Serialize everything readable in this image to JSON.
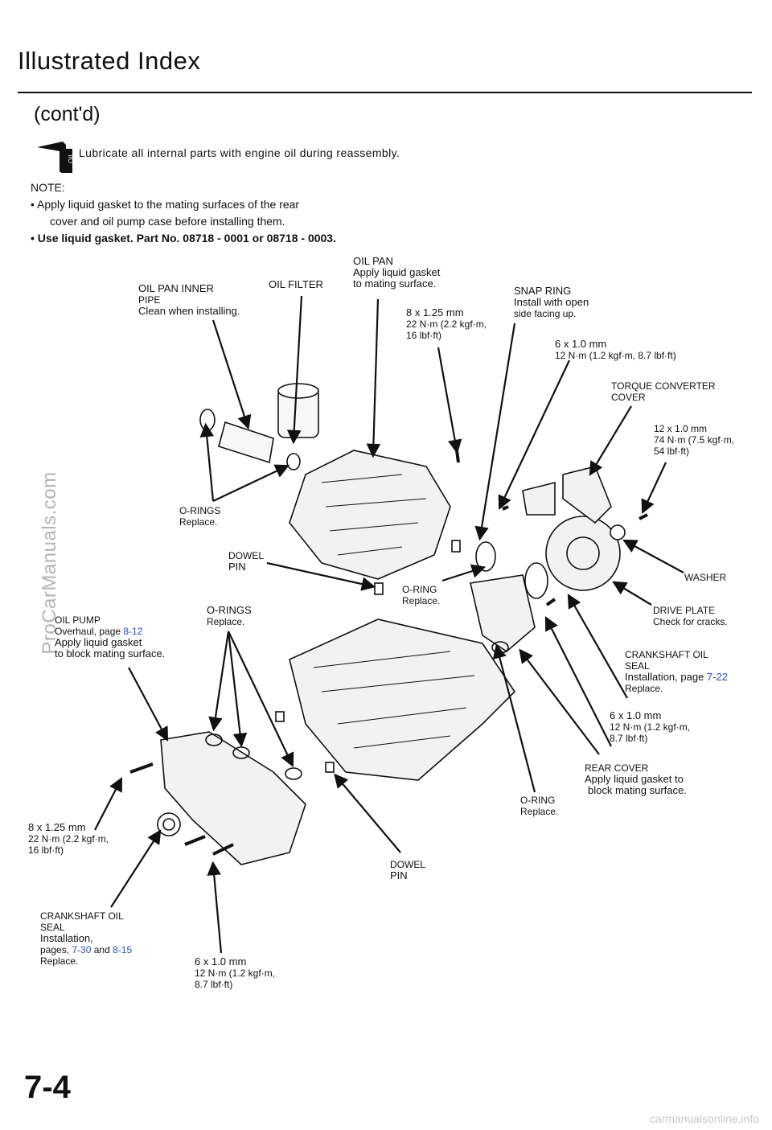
{
  "header": {
    "title": "Illustrated Index",
    "subtitle": "(cont'd)"
  },
  "lube_note": {
    "icon_text": "OIL",
    "text": "Lubricate all internal parts with engine oil during reassembly."
  },
  "note": {
    "heading": "NOTE:",
    "line1": "• Apply liquid gasket to the mating surfaces of the rear",
    "line2": "cover and oil pump case before installing them.",
    "line3": "• Use liquid gasket. Part No. 08718 - 0001 or 08718 - 0003."
  },
  "labels": {
    "oil_pan_inner_pipe": {
      "l1": "OIL PAN INNER",
      "l2": "PIPE",
      "l3": "Clean when installing."
    },
    "oil_filter": {
      "l1": "OIL FILTER"
    },
    "oil_pan": {
      "l1": "OIL PAN",
      "l2": "Apply liquid gasket",
      "l3": "to mating surface."
    },
    "bolt_8x125_top": {
      "l1": "8 x 1.25 mm",
      "l2": "22 N·m (2.2 kgf·m,",
      "l3": "16 lbf·ft)"
    },
    "snap_ring": {
      "l1": "SNAP RING",
      "l2": "Install with open",
      "l3": "side facing up."
    },
    "bolt_6x10_top": {
      "l1": "6 x 1.0 mm",
      "l2": "12 N·m (1.2 kgf·m, 8.7 lbf·ft)"
    },
    "torque_converter_cover": {
      "l1": "TORQUE CONVERTER",
      "l2": "COVER"
    },
    "bolt_12x10": {
      "l1": "12 x 1.0 mm",
      "l2": "74 N·m (7.5 kgf·m,",
      "l3": "54 lbf·ft)"
    },
    "o_rings_left": {
      "l1": "O-RINGS",
      "l2": "Replace."
    },
    "dowel_pin_top": {
      "l1": "DOWEL",
      "l2": "PIN"
    },
    "washer": {
      "l1": "WASHER"
    },
    "o_ring_center": {
      "l1": "O-RING",
      "l2": "Replace."
    },
    "oil_pump": {
      "l1": "OIL PUMP",
      "l2a": "Overhaul, page ",
      "l2b": "8-12",
      "l3": "Apply liquid gasket",
      "l4": "to block mating surface."
    },
    "o_rings_center": {
      "l1": "O-RINGS",
      "l2": "Replace."
    },
    "drive_plate": {
      "l1": "DRIVE PLATE",
      "l2": "Check for cracks."
    },
    "crankshaft_oil_seal_right": {
      "l1": "CRANKSHAFT OIL",
      "l2": "SEAL",
      "l3a": "Installation, page ",
      "l3b": "7-22",
      "l4": "Replace."
    },
    "bolt_6x10_right": {
      "l1": "6 x 1.0 mm",
      "l2": "12 N·m (1.2 kgf·m,",
      "l3": "8.7 lbf·ft)"
    },
    "rear_cover": {
      "l1": "REAR COVER",
      "l2": "Apply liquid gasket to",
      "l3": "block mating surface."
    },
    "o_ring_right": {
      "l1": "O-RING",
      "l2": "Replace."
    },
    "bolt_8x125_left": {
      "l1": "8 x 1.25 mm",
      "l2": "22 N·m (2.2 kgf·m,",
      "l3": "16 lbf·ft)"
    },
    "dowel_pin_bottom": {
      "l1": "DOWEL",
      "l2": "PIN"
    },
    "crankshaft_oil_seal_left": {
      "l1": "CRANKSHAFT OIL",
      "l2": "SEAL",
      "l3": "Installation,",
      "l4a": "pages, ",
      "l4b": "7-30",
      "l4c": " and ",
      "l4d": "8-15",
      "l5": "Replace."
    },
    "bolt_6x10_bottom": {
      "l1": "6 x 1.0 mm",
      "l2": "12 N·m (1.2 kgf·m,",
      "l3": "8.7 lbf·ft)"
    }
  },
  "watermark": "ProCarManuals.com",
  "page_number": "7-4",
  "footer": "carmanualsonline.info"
}
